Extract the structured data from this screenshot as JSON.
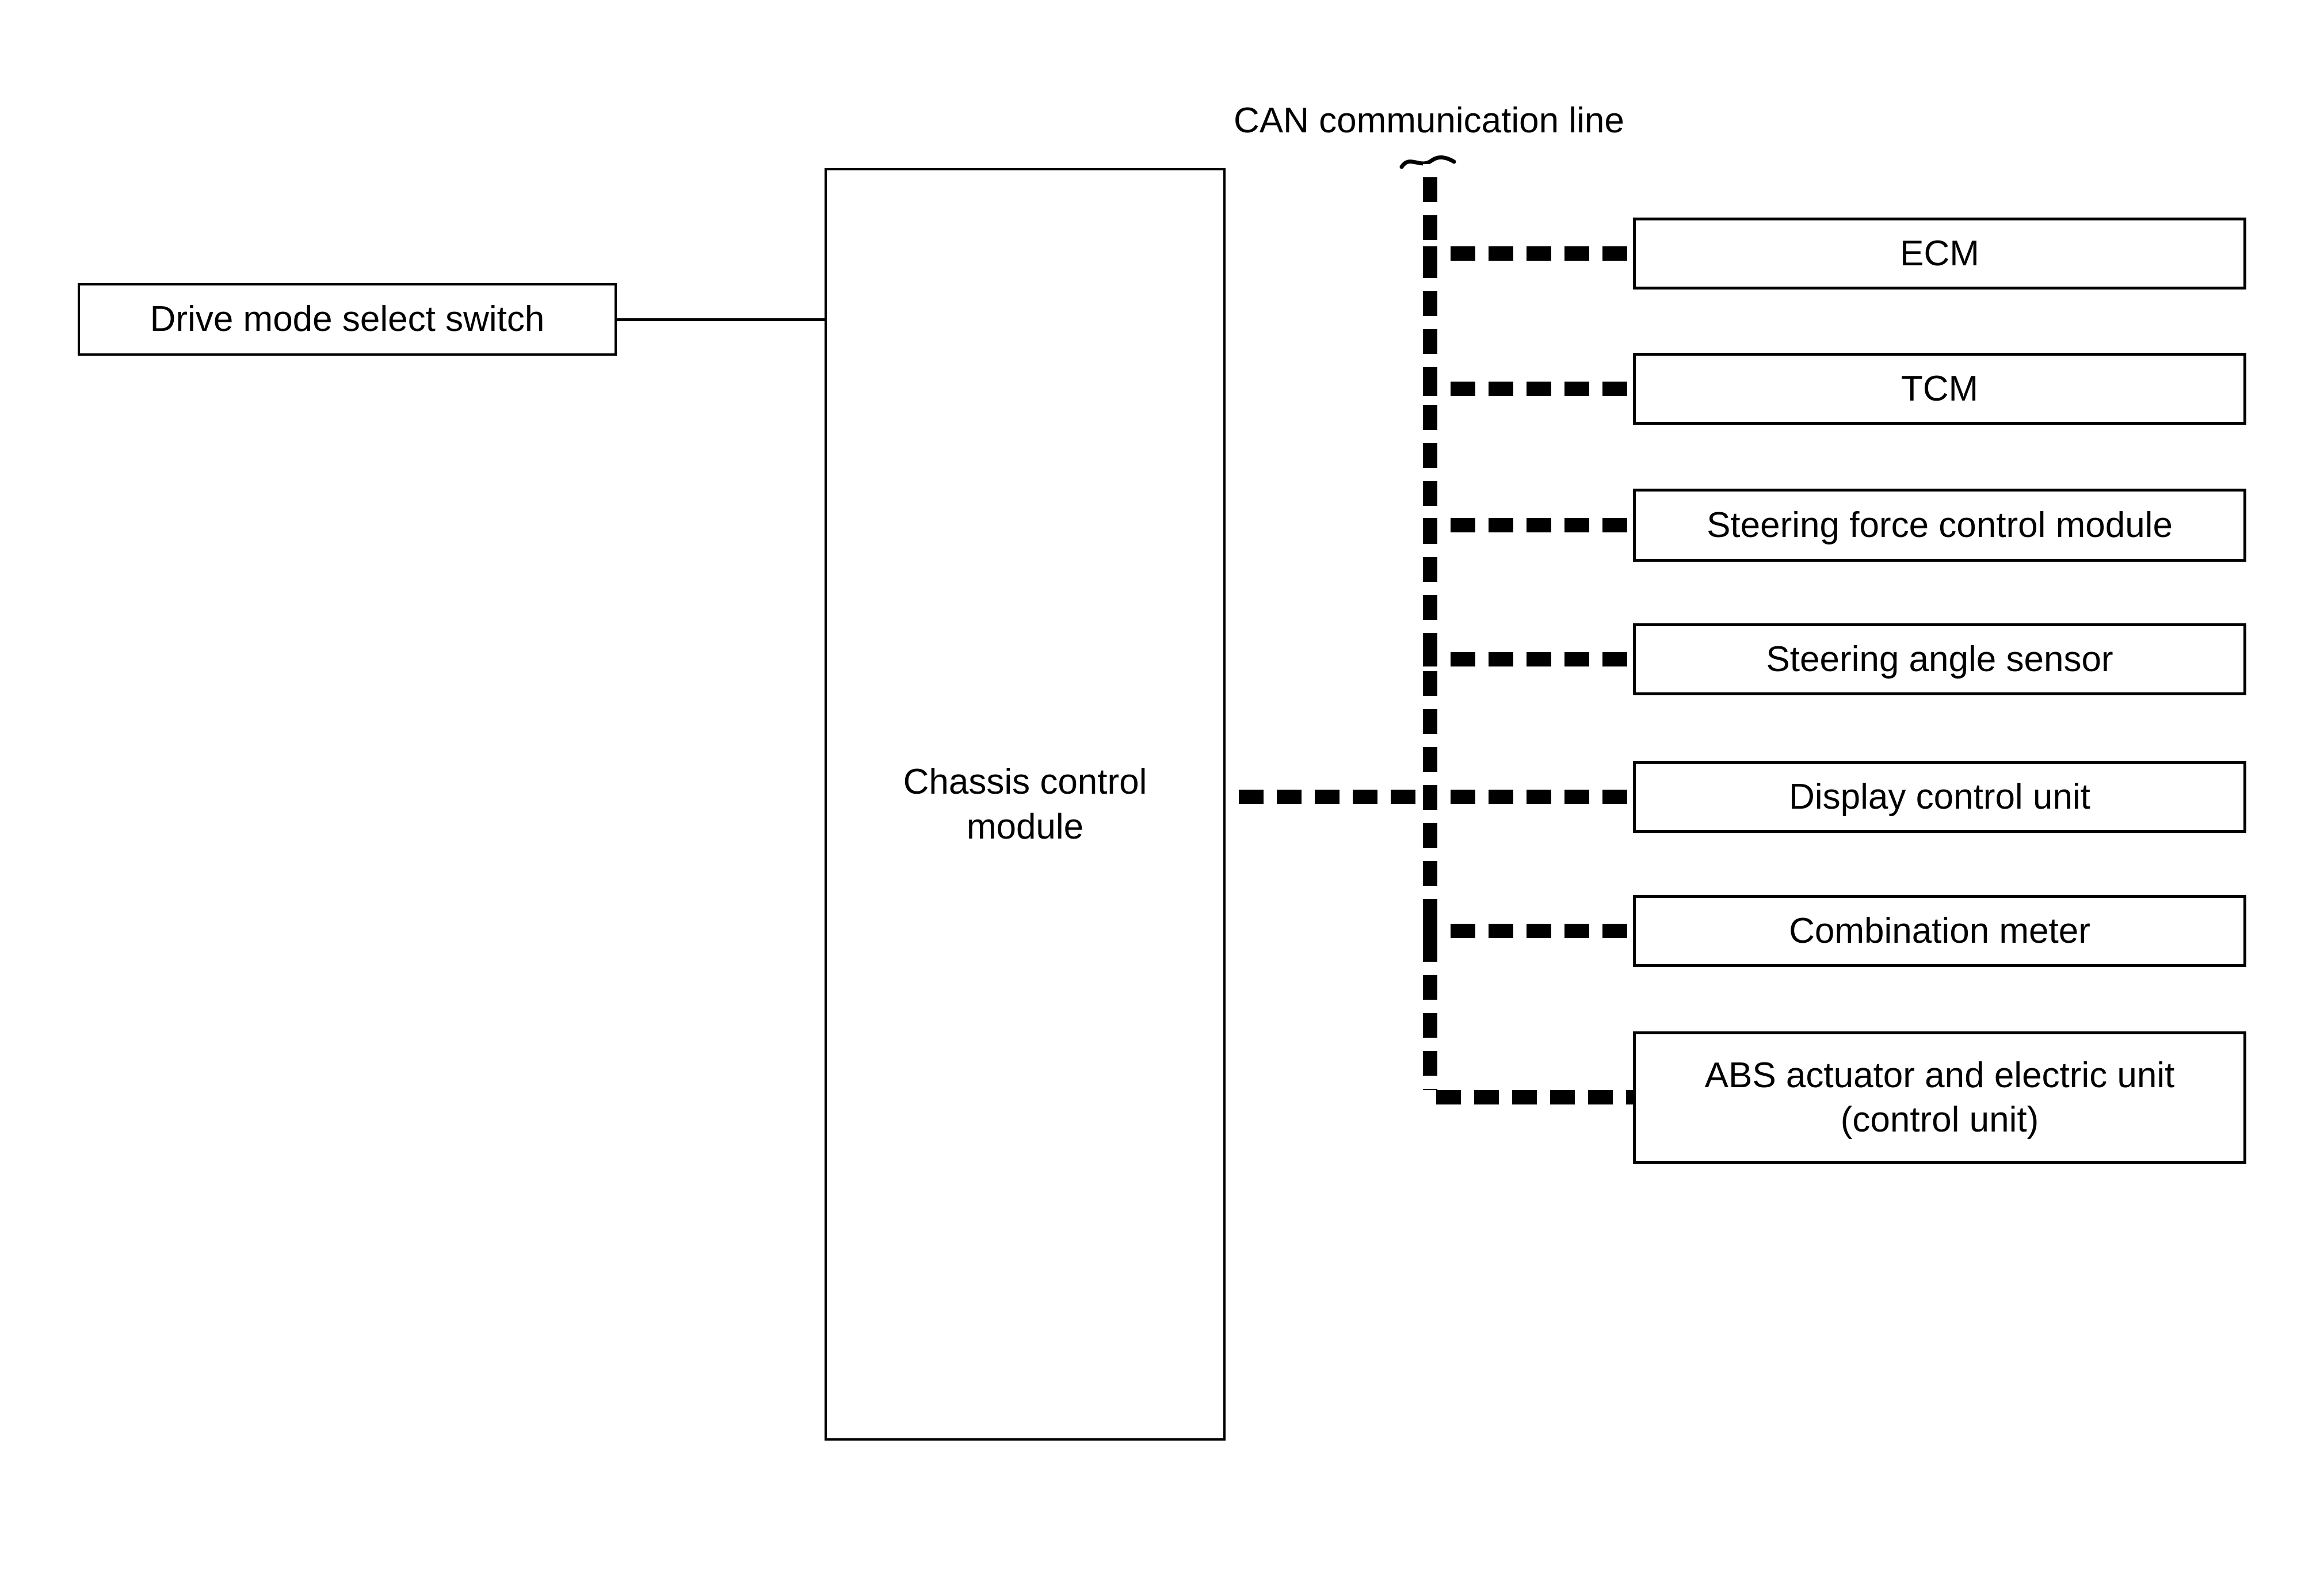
{
  "labels": {
    "can_line": "CAN communication line"
  },
  "nodes": {
    "drive_mode_switch": "Drive mode select switch",
    "chassis_line1": "Chassis control",
    "chassis_line2": "module",
    "ecm": "ECM",
    "tcm": "TCM",
    "steering_force": "Steering force control module",
    "steering_angle": "Steering angle sensor",
    "display_control": "Display control unit",
    "combination_meter": "Combination meter",
    "abs_line1": "ABS actuator and electric unit",
    "abs_line2": "(control unit)"
  },
  "colors": {
    "ink": "#000000",
    "background": "#ffffff"
  }
}
